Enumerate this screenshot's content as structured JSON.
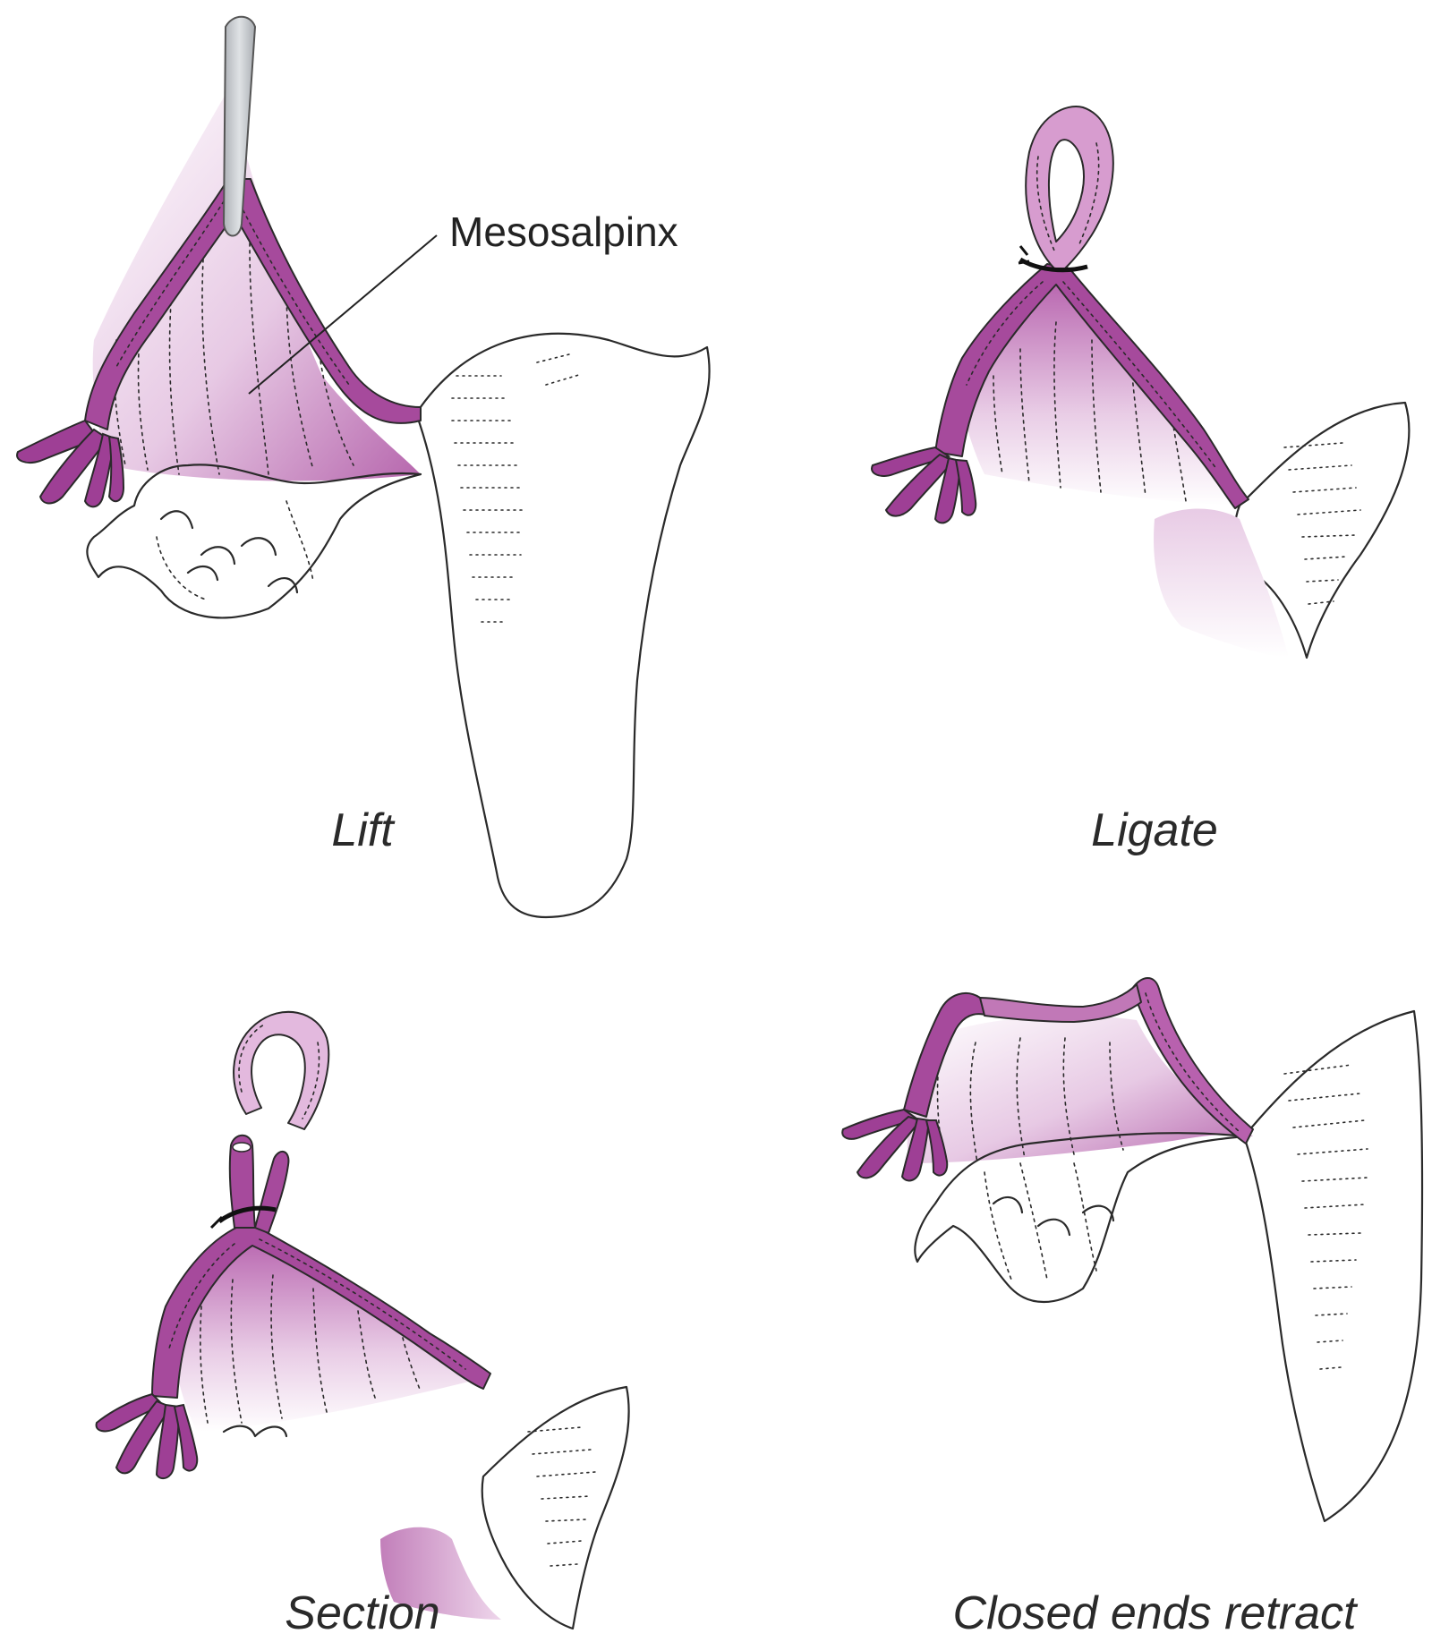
{
  "figure": {
    "panels": [
      {
        "id": "lift",
        "caption": "Lift",
        "label": "Mesosalpinx"
      },
      {
        "id": "ligate",
        "caption": "Ligate"
      },
      {
        "id": "section",
        "caption": "Section"
      },
      {
        "id": "retract",
        "caption": "Closed ends retract"
      }
    ]
  },
  "colors": {
    "tube": "#a64a9c",
    "mesosalpinx_light": "#f4e6f2",
    "uterus_dark": "#b04ea4",
    "outline": "#2a2a2a",
    "instrument": "#c9ccd0"
  }
}
